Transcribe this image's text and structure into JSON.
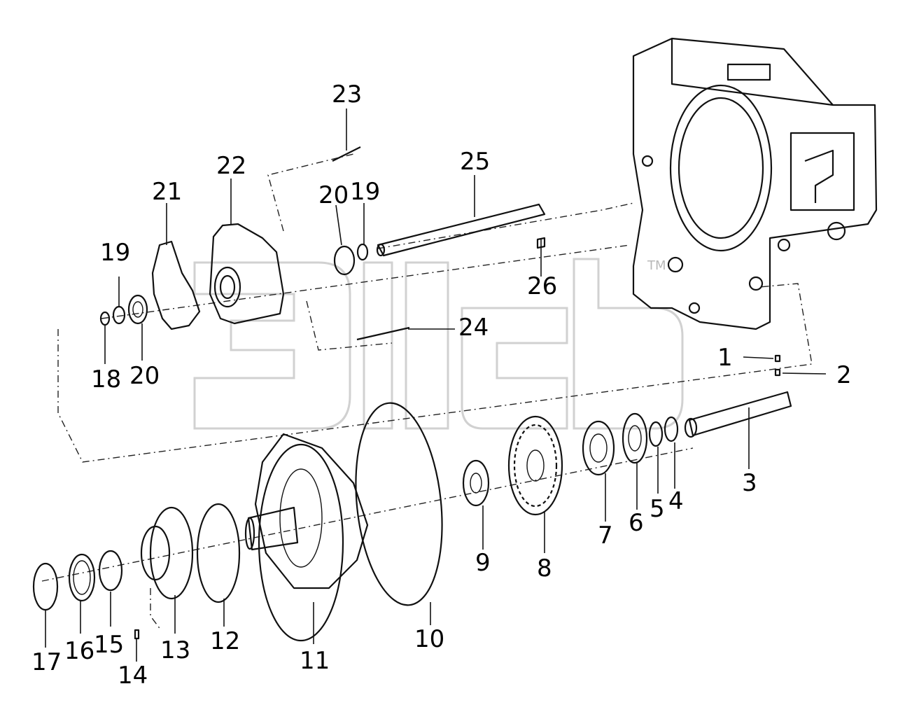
{
  "diagram": {
    "callouts": [
      {
        "id": "1",
        "text": "1"
      },
      {
        "id": "2",
        "text": "2"
      },
      {
        "id": "3",
        "text": "3"
      },
      {
        "id": "4",
        "text": "4"
      },
      {
        "id": "5",
        "text": "5"
      },
      {
        "id": "6",
        "text": "6"
      },
      {
        "id": "7",
        "text": "7"
      },
      {
        "id": "8",
        "text": "8"
      },
      {
        "id": "9",
        "text": "9"
      },
      {
        "id": "10",
        "text": "10"
      },
      {
        "id": "11",
        "text": "11"
      },
      {
        "id": "12",
        "text": "12"
      },
      {
        "id": "13",
        "text": "13"
      },
      {
        "id": "14",
        "text": "14"
      },
      {
        "id": "15",
        "text": "15"
      },
      {
        "id": "16",
        "text": "16"
      },
      {
        "id": "17",
        "text": "17"
      },
      {
        "id": "18",
        "text": "18"
      },
      {
        "id": "19a",
        "text": "19"
      },
      {
        "id": "19b",
        "text": "19"
      },
      {
        "id": "20a",
        "text": "20"
      },
      {
        "id": "20b",
        "text": "20"
      },
      {
        "id": "21",
        "text": "21"
      },
      {
        "id": "22",
        "text": "22"
      },
      {
        "id": "23",
        "text": "23"
      },
      {
        "id": "24",
        "text": "24"
      },
      {
        "id": "25",
        "text": "25"
      },
      {
        "id": "26",
        "text": "26"
      }
    ],
    "watermark": {
      "mark": "TM"
    }
  }
}
